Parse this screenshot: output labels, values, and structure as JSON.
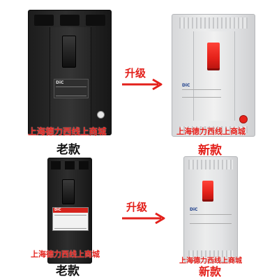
{
  "top_row": {
    "old_caption": "老款",
    "new_caption": "新款",
    "upgrade_label": "升级",
    "watermark": "上海德力西线上商城",
    "old_brand": "DiC",
    "new_brand": "DiC"
  },
  "bottom_row": {
    "old_caption": "老款",
    "new_caption": "新款",
    "upgrade_label": "升级",
    "watermark": "上海德力西线上商城",
    "old_brand": "DiC",
    "new_brand": "DiC"
  },
  "colors": {
    "accent_red": "#e3201b",
    "caption_black": "#111111"
  }
}
